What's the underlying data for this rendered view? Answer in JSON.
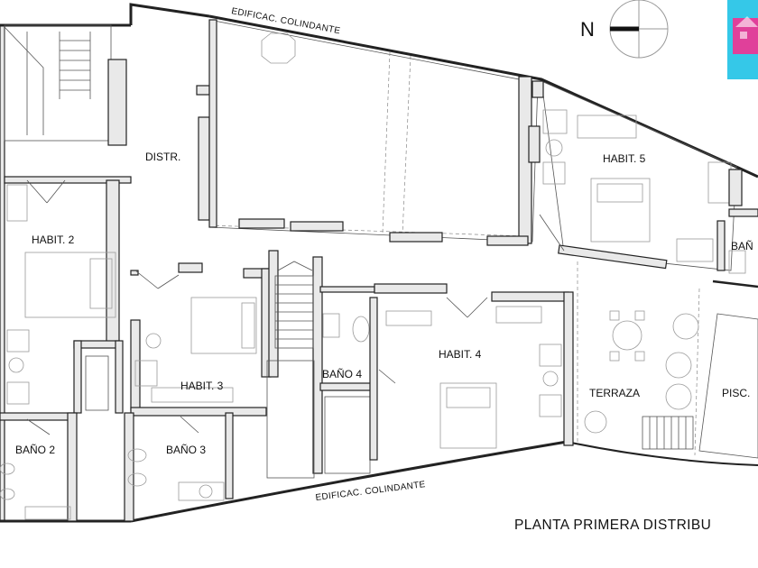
{
  "north_letter": "N",
  "title": "PLANTA PRIMERA DISTRIBU",
  "boundary_labels": {
    "top": "EDIFICAC. COLINDANTE",
    "bottom": "EDIFICAC. COLINDANTE"
  },
  "rooms": {
    "distr": "DISTR.",
    "habit2": "HABIT. 2",
    "habit3": "HABIT. 3",
    "habit4": "HABIT. 4",
    "habit5": "HABIT. 5",
    "bano2": "BAÑO 2",
    "bano3": "BAÑO 3",
    "bano4": "BAÑO 4",
    "bano_partial": "BAÑ",
    "terraza": "TERRAZA",
    "pisc": "PISC."
  },
  "colors": {
    "walls": "#222222",
    "furniture": "#9a9a9a",
    "logo_pink": "#e0409a",
    "logo_cyan": "#35c8e8"
  },
  "icons": [
    "compass-icon",
    "logo-icon"
  ]
}
